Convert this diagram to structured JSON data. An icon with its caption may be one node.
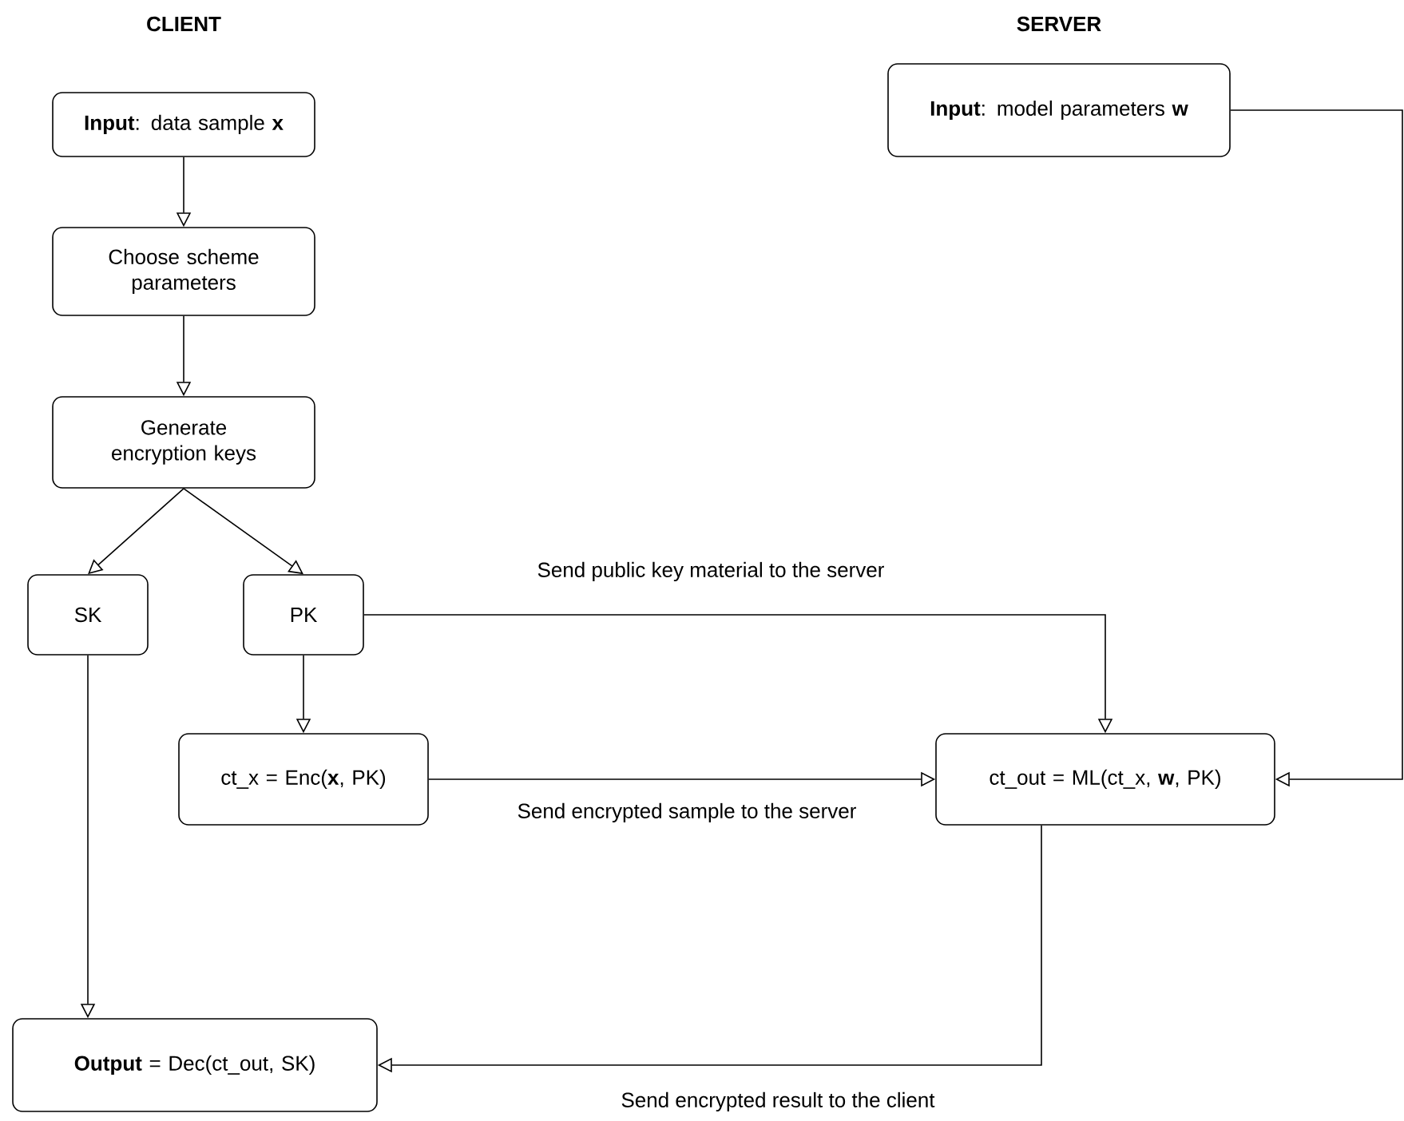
{
  "diagram": {
    "nodes": [
      {
        "text": [
          "**Input**: data sample **x**"
        ]
      },
      {
        "text": [
          "Choose scheme parameters"
        ]
      },
      {
        "text": [
          "Generate encryption keys"
        ]
      },
      {
        "text": [
          "SK"
        ]
      },
      {
        "text": [
          "PK"
        ]
      },
      {
        "text": [
          "ct_x = Enc(**x**, PK)"
        ]
      },
      {
        "text": [
          "**Output** = Dec(ct_out, SK)"
        ]
      },
      {
        "text": [
          "**Input**: model parameters **w**"
        ]
      },
      {
        "text": [
          "ct_out = ML(ct_x, **w**, PK)"
        ]
      }
    ],
    "edges": [
      {
        "from": 0,
        "to": 1,
        "arrow": "to"
      },
      {
        "from": 1,
        "to": 2,
        "arrow": "to"
      },
      {
        "from": 2,
        "to": 3,
        "arrow": "to"
      },
      {
        "from": 2,
        "to": 4,
        "arrow": "to"
      },
      {
        "from": 4,
        "to": 5,
        "arrow": "to"
      },
      {
        "from": 4,
        "to": 8,
        "arrow": "to",
        "label": "Send public key material to the server"
      },
      {
        "from": 5,
        "to": 8,
        "arrow": "to",
        "label": "Send encrypted sample to the server"
      },
      {
        "from": 3,
        "to": 6,
        "arrow": "to"
      },
      {
        "from": 8,
        "to": 6,
        "arrow": "to",
        "label": "Send encrypted result to the client"
      },
      {
        "from": 7,
        "to": 8,
        "arrow": "to"
      }
    ],
    "labels": [
      "CLIENT",
      "SERVER"
    ]
  }
}
